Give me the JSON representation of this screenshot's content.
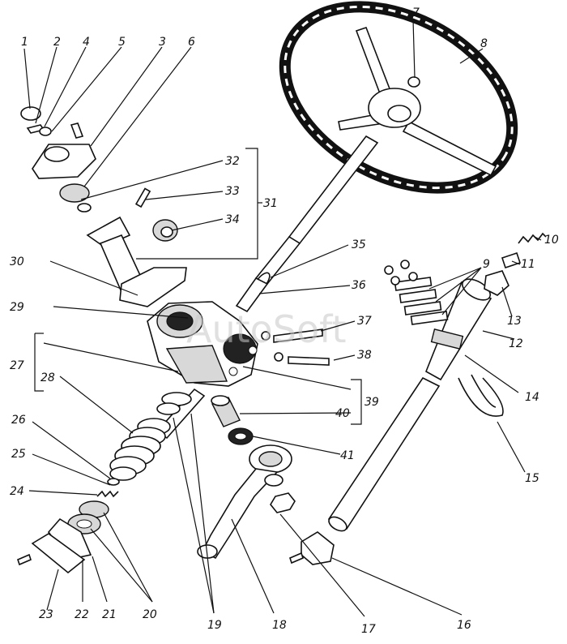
{
  "watermark": "AutoSoft",
  "labels": {
    "l1": "1",
    "l2": "2",
    "l3": "3",
    "l4": "4",
    "l5": "5",
    "l6": "6",
    "l7": "7",
    "l8": "8",
    "l9": "9",
    "l10": "10",
    "l11": "11",
    "l12": "12",
    "l13": "13",
    "l14": "14",
    "l15": "15",
    "l16": "16",
    "l17": "17",
    "l18": "18",
    "l19": "19",
    "l20": "20",
    "l21": "21",
    "l22": "22",
    "l23": "23",
    "l24": "24",
    "l25": "25",
    "l26": "26",
    "l27": "27",
    "l28": "28",
    "l29": "29",
    "l30": "30",
    "l31": "31",
    "l32": "32",
    "l33": "33",
    "l34": "34",
    "l35": "35",
    "l36": "36",
    "l37": "37",
    "l38": "38",
    "l39": "39",
    "l40": "40",
    "l41": "41"
  }
}
